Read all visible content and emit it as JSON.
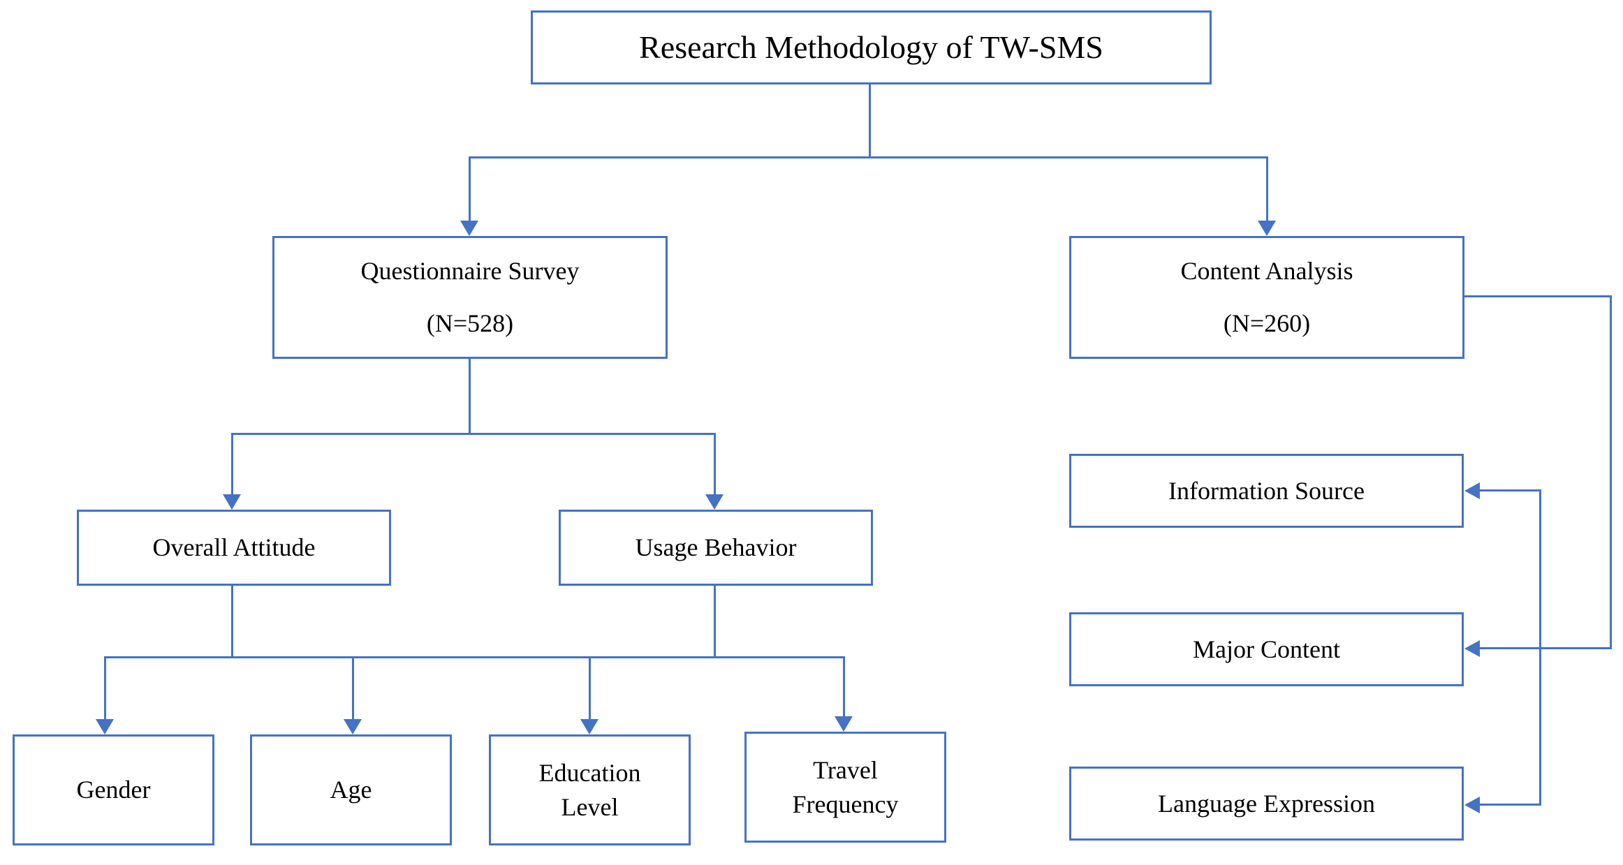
{
  "diagram": {
    "title": "Research Methodology of TW-SMS",
    "nodes": {
      "questionnaire": {
        "label": "Questionnaire Survey",
        "sublabel": "(N=528)"
      },
      "content_analysis": {
        "label": "Content Analysis",
        "sublabel": "(N=260)"
      },
      "overall_attitude": {
        "label": "Overall Attitude"
      },
      "usage_behavior": {
        "label": "Usage Behavior"
      },
      "gender": {
        "label": "Gender"
      },
      "age": {
        "label": "Age"
      },
      "education_level": {
        "label": "Education Level"
      },
      "travel_frequency": {
        "label": "Travel Frequency"
      },
      "information_source": {
        "label": "Information Source"
      },
      "major_content": {
        "label": "Major Content"
      },
      "language_expression": {
        "label": "Language Expression"
      }
    }
  },
  "colors": {
    "accent_blue": "#4472C4",
    "text": "#000000",
    "background": "#FFFFFF"
  }
}
